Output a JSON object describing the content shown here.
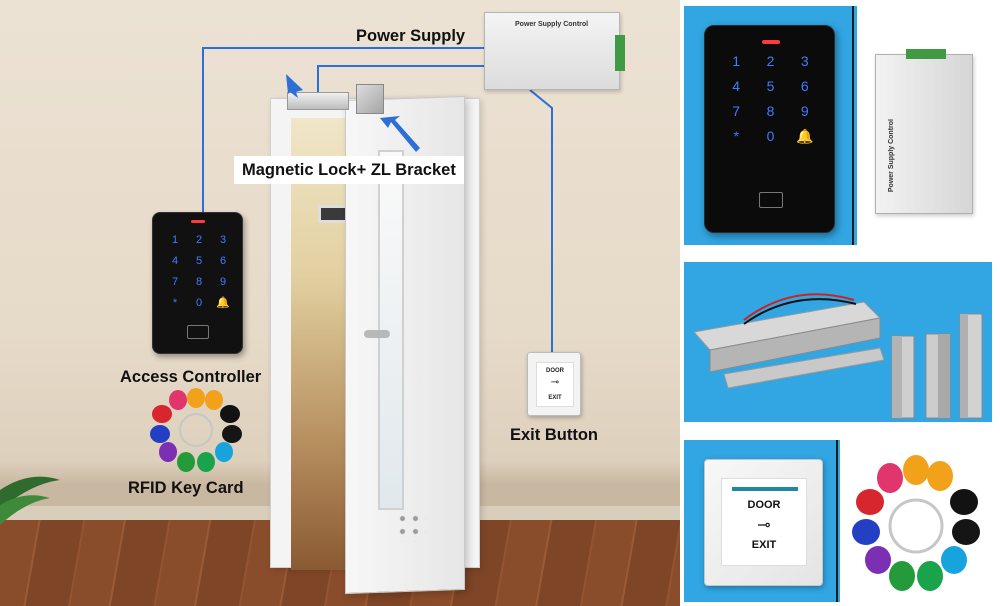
{
  "scene": {
    "labels": {
      "power_supply": "Power Supply",
      "magnetic_lock": "Magnetic Lock+ ZL Bracket",
      "access_controller": "Access Controller",
      "rfid_key_card": "RFID Key Card",
      "exit_button": "Exit Button"
    },
    "psu_title": "Power Supply Control",
    "keypad_keys": [
      "1",
      "2",
      "3",
      "4",
      "5",
      "6",
      "7",
      "8",
      "9",
      "*",
      "0",
      "🔔"
    ],
    "exit_button_text": {
      "top": "DOOR",
      "bottom": "EXIT"
    },
    "colors": {
      "wire": "#2d6fd6",
      "arrow": "#2d6fd6",
      "keypad_key": "#3f7cff",
      "keypad_led": "#ff3a3a"
    }
  },
  "panels": {
    "keypad": {
      "keys": [
        "1",
        "2",
        "3",
        "4",
        "5",
        "6",
        "7",
        "8",
        "9",
        "*",
        "0",
        "🔔"
      ]
    },
    "exit_button": {
      "top": "DOOR",
      "bottom": "EXIT"
    },
    "psu_title": "Power Supply Control",
    "background_color": "#31a6e3"
  }
}
